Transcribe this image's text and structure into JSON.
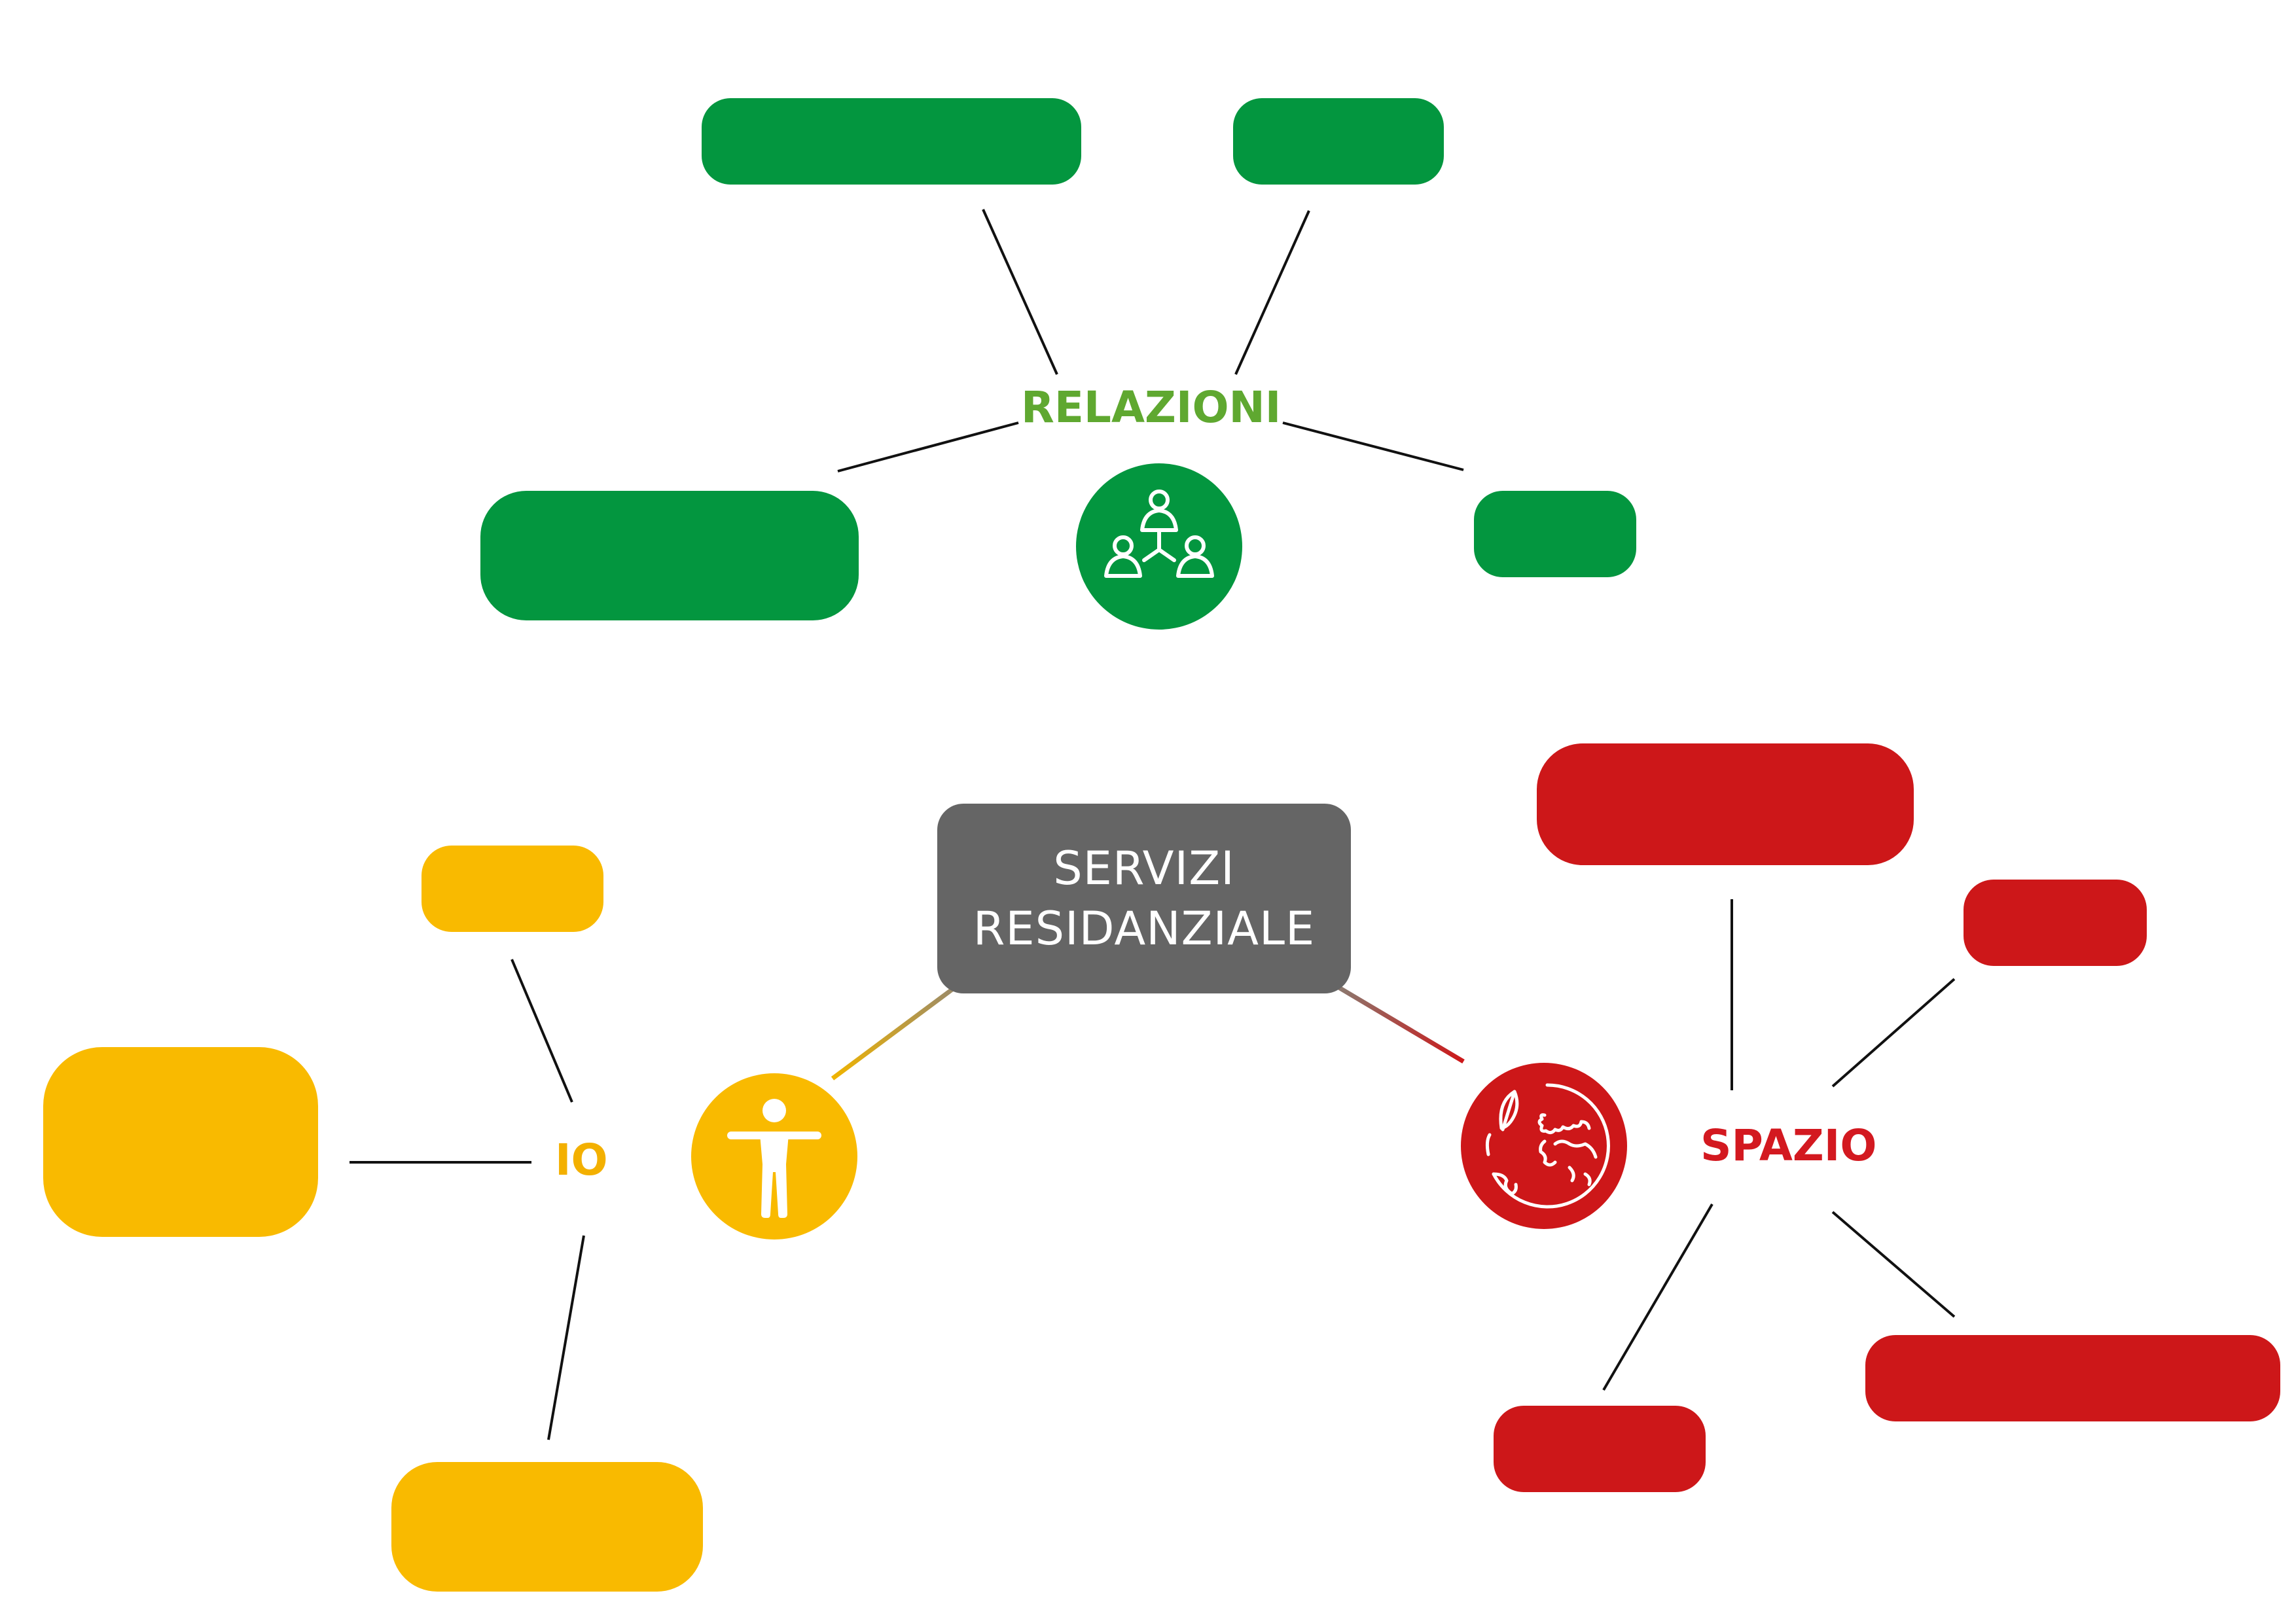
{
  "center": {
    "line1": "SERVIZI",
    "line2": "RESIDANZIALE"
  },
  "branches": {
    "relazioni": {
      "label": "RELAZIONI",
      "color": "#03963f",
      "icon": "people-network-icon"
    },
    "io": {
      "label": "IO",
      "color": "#f9ba00",
      "icon": "person-accessibility-icon"
    },
    "spazio": {
      "label": "SPAZIO",
      "color": "#cd1719",
      "icon": "earth-globe-icon"
    }
  },
  "center_color": "#656565"
}
